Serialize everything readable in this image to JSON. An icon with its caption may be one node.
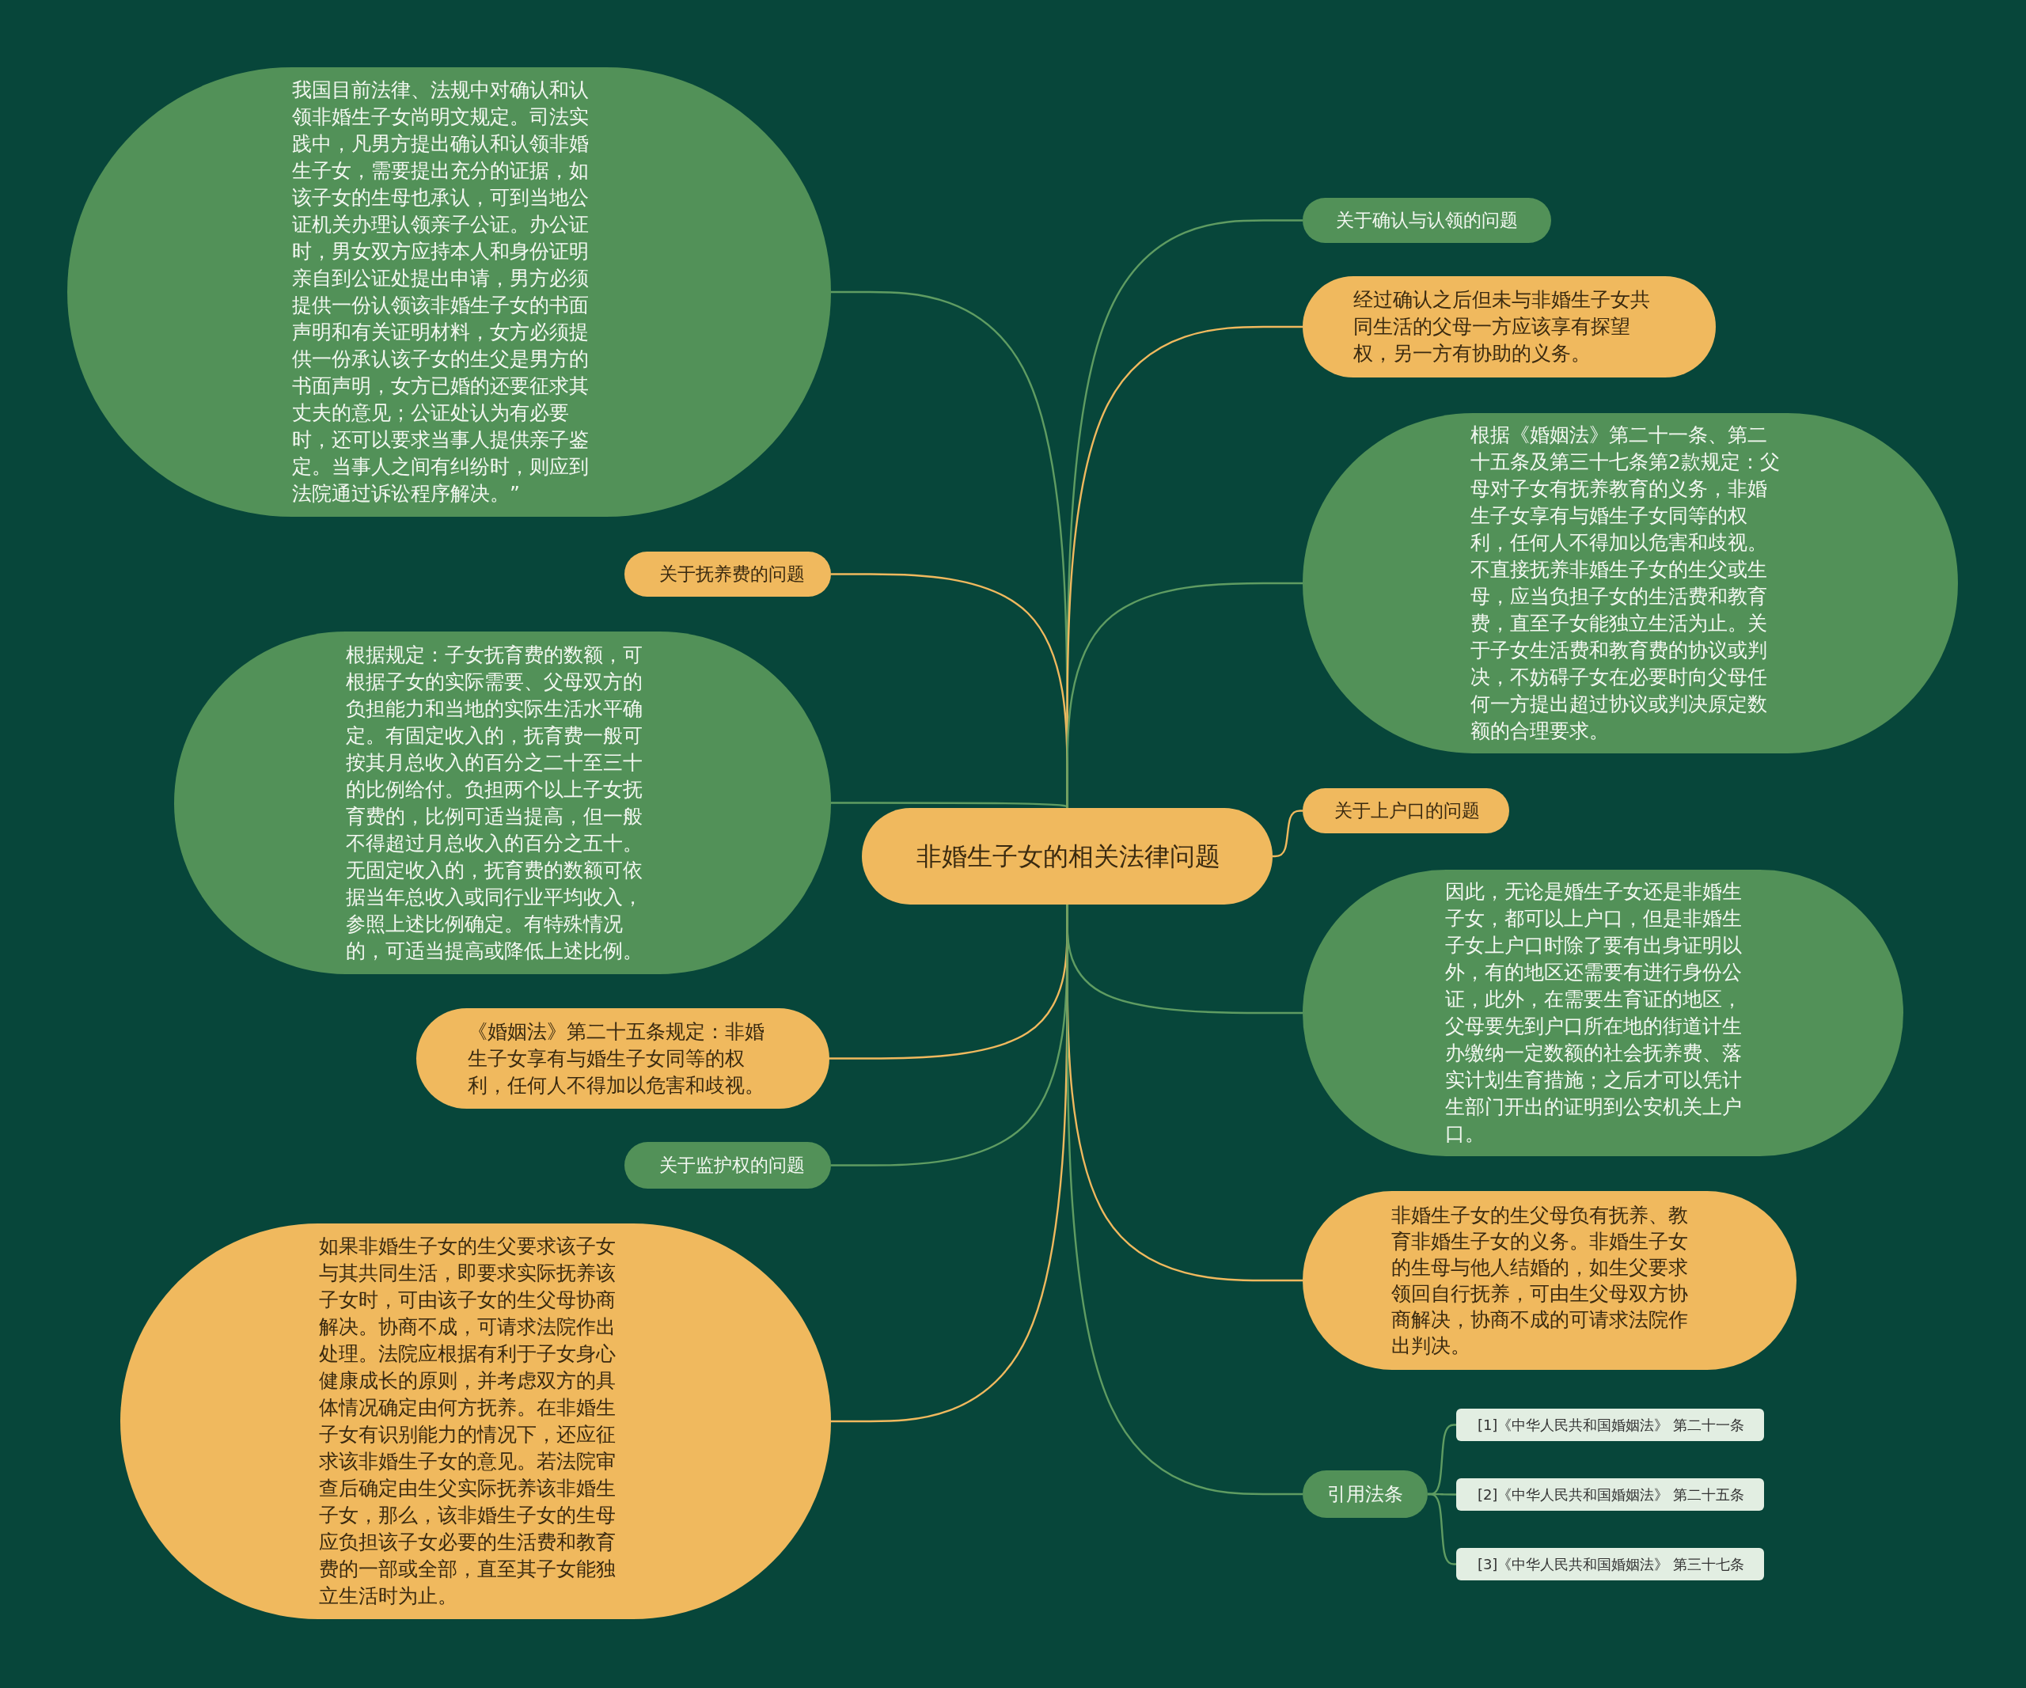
{
  "diagram": {
    "nodes": [
      {
        "text": [
          "非婚生子女的相关法律问题"
        ]
      },
      {
        "text": [
          "我国目前法律、法规中对确认和认领非婚生子女尚明文规定。司法实践中，凡男方提出确认和认领非婚生子女，需要提出充分的证据，如该子女的生母也承认，可到当地公证机关办理认领亲子公证。办公证时，男女双方应持本人和身份证明亲自到公证处提出申请，男方必须提供一份认领该非婚生子女的书面声明和有关证明材料，女方必须提供一份承认该子女的生父是男方的书面声明，女方已婚的还要征求其丈夫的意见；公证处认为有必要时，还可以要求当事人提供亲子鉴定。当事人之间有纠纷时，则应到法院通过诉讼程序解决。”"
        ]
      },
      {
        "text": [
          "关于抚养费的问题"
        ]
      },
      {
        "text": [
          "根据规定：子女抚育费的数额，可根据子女的实际需要、父母双方的负担能力和当地的实际生活水平确定。有固定收入的，抚育费一般可按其月总收入的百分之二十至三十的比例给付。负担两个以上子女抚育费的，比例可适当提高，但一般不得超过月总收入的百分之五十。无固定收入的，抚育费的数额可依据当年总收入或同行业平均收入，参照上述比例确定。有特殊情况的，可适当提高或降低上述比例。"
        ]
      },
      {
        "text": [
          "《婚姻法》第二十五条规定：非婚生子女享有与婚生子女同等的权利，任何人不得加以危害和歧视。"
        ]
      },
      {
        "text": [
          "关于监护权的问题"
        ]
      },
      {
        "text": [
          "如果非婚生子女的生父要求该子女与其共同生活，即要求实际抚养该子女时，可由该子女的生父母协商解决。协商不成，可请求法院作出处理。法院应根据有利于子女身心健康成长的原则，并考虑双方的具体情况确定由何方抚养。在非婚生子女有识别能力的情况下，还应征求该非婚生子女的意见。若法院审查后确定由生父实际抚养该非婚生子女，那么，该非婚生子女的生母应负担该子女必要的生活费和教育费的一部或全部，直至其子女能独立生活时为止。"
        ]
      },
      {
        "text": [
          "关于确认与认领的问题"
        ]
      },
      {
        "text": [
          "经过确认之后但未与非婚生子女共同生活的父母一方应该享有探望权，另一方有协助的义务。"
        ]
      },
      {
        "text": [
          "根据《婚姻法》第二十一条、第二十五条及第三十七条第2款规定：父母对子女有抚养教育的义务，非婚生子女享有与婚生子女同等的权利，任何人不得加以危害和歧视。不直接抚养非婚生子女的生父或生母，应当负担子女的生活费和教育费，直至子女能独立生活为止。关于子女生活费和教育费的协议或判决，不妨碍子女在必要时向父母任何一方提出超过协议或判决原定数额的合理要求。"
        ]
      },
      {
        "text": [
          "关于上户口的问题"
        ]
      },
      {
        "text": [
          "因此，无论是婚生子女还是非婚生子女，都可以上户口，但是非婚生子女上户口时除了要有出身证明以外，有的地区还需要有进行身份公证，此外，在需要生育证的地区，父母要先到户口所在地的街道计生办缴纳一定数额的社会抚养费、落实计划生育措施；之后才可以凭计生部门开出的证明到公安机关上户口。"
        ]
      },
      {
        "text": [
          "非婚生子女的生父母负有抚养、教育非婚生子女的义务。非婚生子女的生母与他人结婚的，如生父要求领回自行抚养，可由生父母双方协商解决，协商不成的可请求法院作出判决。"
        ]
      },
      {
        "text": [
          "引用法条"
        ]
      },
      {
        "text": [
          "[1]《中华人民共和国婚姻法》 第二十一条"
        ]
      },
      {
        "text": [
          "[2]《中华人民共和国婚姻法》 第二十五条"
        ]
      },
      {
        "text": [
          "[3]《中华人民共和国婚姻法》 第三十七条"
        ]
      }
    ],
    "edges": [
      {
        "from": 0,
        "to": 1,
        "arrow": "none"
      },
      {
        "from": 0,
        "to": 2,
        "arrow": "none",
        "color": "#f0b95e"
      },
      {
        "from": 0,
        "to": 3,
        "arrow": "none"
      },
      {
        "from": 0,
        "to": 4,
        "arrow": "none",
        "color": "#f0b95e"
      },
      {
        "from": 0,
        "to": 5,
        "arrow": "none"
      },
      {
        "from": 0,
        "to": 6,
        "arrow": "none",
        "color": "#f0b95e"
      },
      {
        "from": 0,
        "to": 7,
        "arrow": "none"
      },
      {
        "from": 0,
        "to": 8,
        "arrow": "none",
        "color": "#f0b95e"
      },
      {
        "from": 0,
        "to": 9,
        "arrow": "none"
      },
      {
        "from": 0,
        "to": 10,
        "arrow": "none",
        "color": "#f0b95e"
      },
      {
        "from": 0,
        "to": 11,
        "arrow": "none"
      },
      {
        "from": 0,
        "to": 12,
        "arrow": "none",
        "color": "#f0b95e"
      },
      {
        "from": 0,
        "to": 13,
        "arrow": "none"
      },
      {
        "from": 13,
        "to": 14,
        "arrow": "none"
      },
      {
        "from": 13,
        "to": 15,
        "arrow": "none"
      },
      {
        "from": 13,
        "to": 16,
        "arrow": "none"
      }
    ]
  }
}
